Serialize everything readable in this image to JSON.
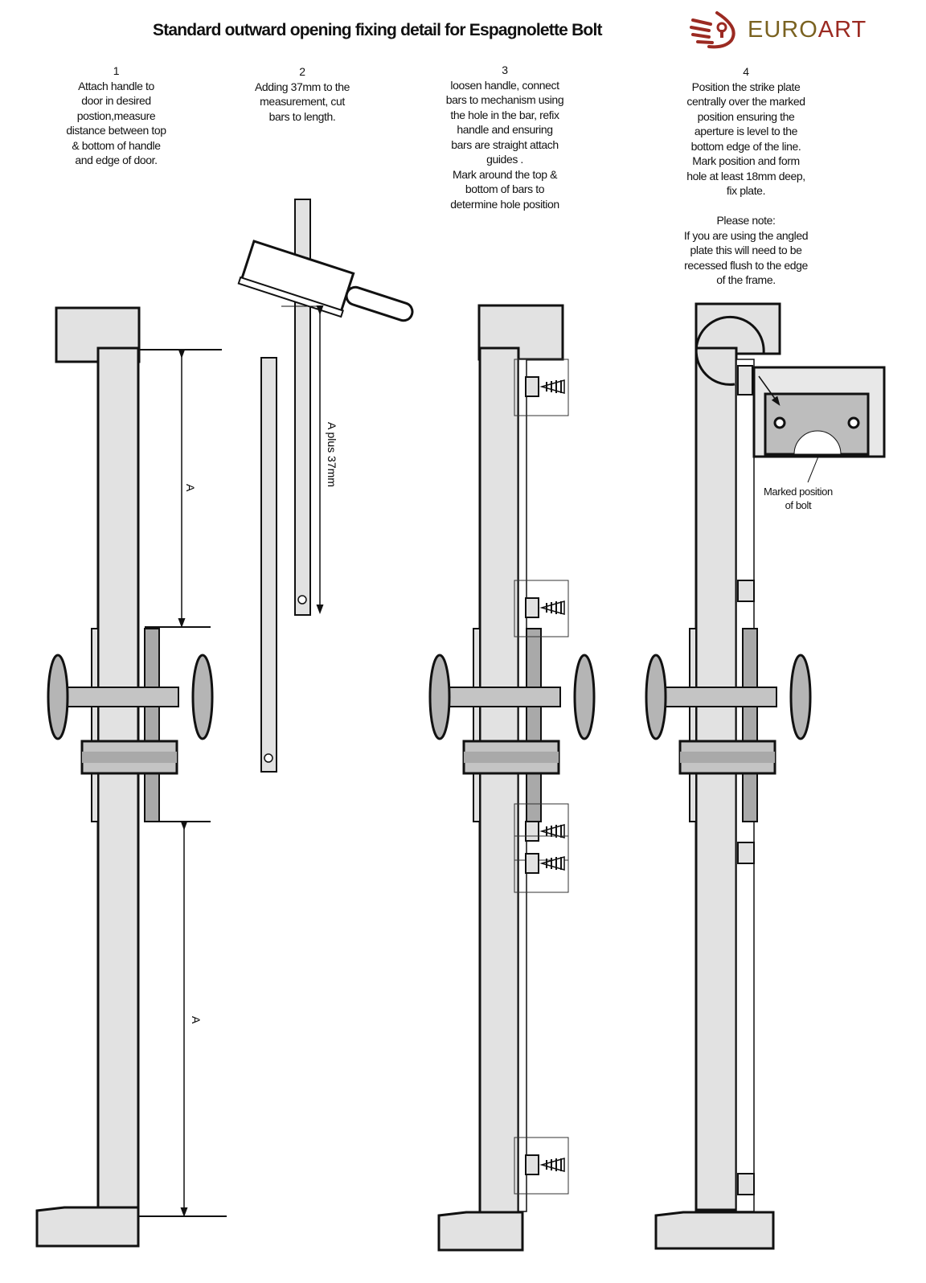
{
  "title": "Standard outward opening fixing detail for Espagnolette Bolt",
  "logo": {
    "text_euro": "EURO",
    "text_art": "ART",
    "color_euro": "#7a6220",
    "color_art": "#9b2a22"
  },
  "steps": [
    {
      "number": "1",
      "text": "Attach handle to\ndoor in desired\npostion,measure\ndistance between top\n& bottom of handle\nand edge of door."
    },
    {
      "number": "2",
      "text": "Adding 37mm to the\nmeasurement, cut\nbars to length."
    },
    {
      "number": "3",
      "text": "loosen handle, connect\nbars to mechanism using\nthe hole in the bar, refix\nhandle and ensuring\nbars are straight attach\nguides .\nMark around the top &\nbottom of bars to\ndetermine hole position"
    },
    {
      "number": "4",
      "text": "Position the strike plate\ncentrally over the marked\nposition ensuring the\naperture is level to the\nbottom edge of the line.\nMark position and form\nhole at least 18mm deep,\nfix plate.\n\nPlease note:\nIf you are using the angled\nplate this will need to be\nrecessed flush to the edge\nof the frame."
    }
  ],
  "labels": {
    "dim_a": "A",
    "dim_a_plus": "A plus 37mm",
    "marked_bolt": "Marked position\nof bolt"
  },
  "colors": {
    "fill": "#e2e2e2",
    "dark_fill": "#a9a9a9",
    "stroke": "#111111"
  }
}
